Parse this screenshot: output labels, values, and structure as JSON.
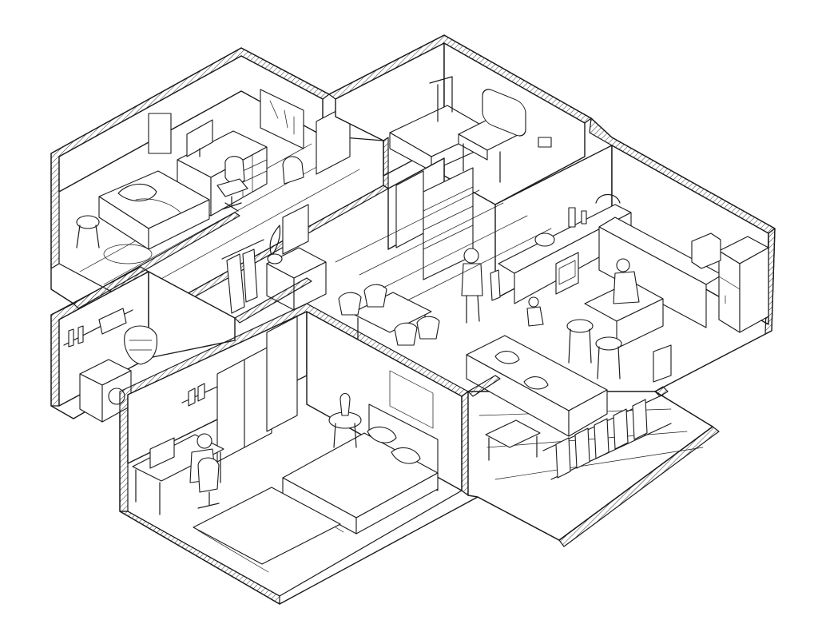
{
  "illustration": {
    "kind": "isometric line drawing of an apartment floor plan cutaway",
    "palette": {
      "ink": "#1a1a1a",
      "paper": "#ffffff"
    },
    "rooms": [
      "study-bedroom",
      "bathroom",
      "kitchen",
      "hallway-dining",
      "laundry",
      "master-bedroom",
      "living-room"
    ]
  }
}
